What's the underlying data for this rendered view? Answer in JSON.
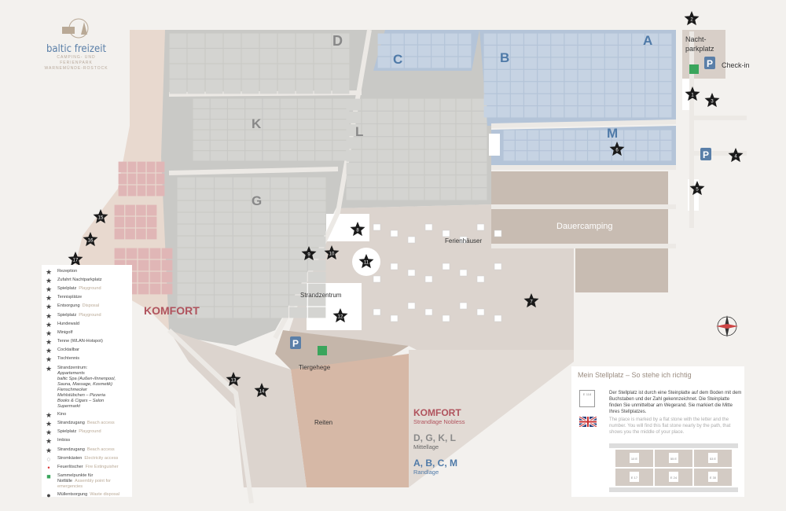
{
  "logo": {
    "name": "baltic freizeit",
    "subtitle": "CAMPING- UND FERIENPARK WARNEMÜNDE-ROSTOCK"
  },
  "areas": {
    "A": "A",
    "B": "B",
    "C": "C",
    "D": "D",
    "K": "K",
    "L": "L",
    "G": "G",
    "M": "M",
    "komfort": "KOMFORT",
    "nachtparkplatz": "Nacht-\nparkplatz",
    "checkin": "Check-in",
    "dauercamping": "Dauercamping",
    "ferienhaeuser": "Ferienhäuser",
    "strandzentrum": "Strandzentrum",
    "tiergehege": "Tiergehege",
    "reiten": "Reiten"
  },
  "stars": [
    "1",
    "2",
    "3",
    "4",
    "5",
    "6",
    "7",
    "8",
    "9",
    "10",
    "11",
    "12",
    "13",
    "14",
    "15",
    "16",
    "17"
  ],
  "legend": {
    "items": [
      {
        "de": "Rezeption",
        "en": ""
      },
      {
        "de": "Zufahrt Nachtparkplatz",
        "en": ""
      },
      {
        "de": "Spielplatz",
        "en": "Playground"
      },
      {
        "de": "Tennisplätze",
        "en": ""
      },
      {
        "de": "Entsorgung",
        "en": "Disposal"
      },
      {
        "de": "Spielplatz",
        "en": "Playground"
      },
      {
        "de": "Hundewald",
        "en": ""
      },
      {
        "de": "Minigolf",
        "en": ""
      },
      {
        "de": "Tenne (WLAN-Hotspot)",
        "en": ""
      },
      {
        "de": "Cocktailbar",
        "en": ""
      },
      {
        "de": "Tischtennis",
        "en": ""
      },
      {
        "de": "Strandzentrum:",
        "en": "",
        "sub": [
          "Appartements",
          "baltic Spa (Außen-/Innenpool, Sauna, Massage, Kosmetik)",
          "Fienschmecker",
          "Mehlstübchen – Pizzeria",
          "Books & Cigars – Salon",
          "Supermarkt"
        ]
      },
      {
        "de": "Kino",
        "en": ""
      },
      {
        "de": "Strandzugang",
        "en": "Beach access"
      },
      {
        "de": "Spielplatz",
        "en": "Playground"
      },
      {
        "de": "Imbiss",
        "en": ""
      },
      {
        "de": "Strandzugang",
        "en": "Beach access"
      }
    ],
    "extras": [
      {
        "icon": "electricity-icon",
        "de": "Stromkästen",
        "en": "Electricity access"
      },
      {
        "icon": "fire-extinguisher-icon",
        "de": "Feuerlöscher",
        "en": "Fire Extinguisher"
      },
      {
        "icon": "assembly-point-icon",
        "de": "Sammelpunkte für Notfälle",
        "en": "Assembly point for emergencies"
      },
      {
        "icon": "waste-icon",
        "de": "Müllentsorgung",
        "en": "Waste disposal"
      }
    ]
  },
  "zones": [
    {
      "title": "KOMFORT",
      "sub": "Strandlage Nobless",
      "color": "#b0535d"
    },
    {
      "title": "D, G, K, L",
      "sub": "Mittellage",
      "color": "#8a8a8a"
    },
    {
      "title": "A, B, C, M",
      "sub": "Randlage",
      "color": "#4f7aa8"
    }
  ],
  "info": {
    "title": "Mein Stellplatz – So stehe ich richtig",
    "stone": "E 118",
    "de": "Der Stellplatz ist durch eine Steinplatte auf dem Boden mit dem Buchstaben und der Zahl gekennzeichnet. Die Steinplatte finden Sie unmittelbar am Wegerand. Sie markiert die Mitte Ihres Stellplatzes.",
    "en": "The place is marked by a flat stone with the letter and the number. You will find this flat stone nearly by the path, that shows you the middle of your place.",
    "plots": [
      "10 E",
      "55 E",
      "53 E",
      "E 17",
      "E 24",
      "E 30"
    ]
  },
  "colors": {
    "komfort": "#d9a9a9",
    "mittellage": "#c9c9c6",
    "randlage": "#b4c4d8",
    "dauercamping": "#c8bcb2",
    "road": "#ece9e5"
  }
}
